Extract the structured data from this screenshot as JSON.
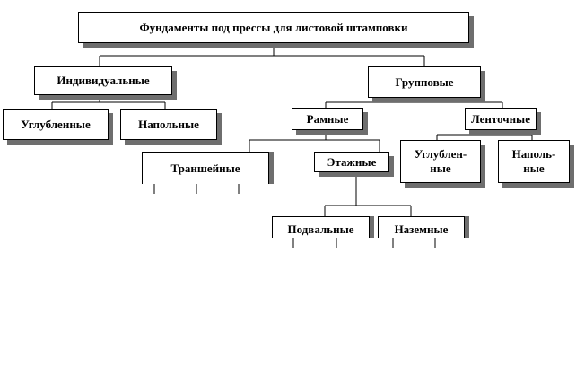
{
  "diagram": {
    "nodes": {
      "root": "Фундаменты под прессы для листовой штамповки",
      "individual": "Индивидуальные",
      "group": "Групповые",
      "ind_deep": "Углубленные",
      "ind_floor": "Напольные",
      "frame": "Рамные",
      "strip": "Ленточные",
      "strip_deep": "Углублен-\nные",
      "strip_floor": "Наполь-\nные",
      "trench": "Траншейные",
      "tiered": "Этажные",
      "basement": "Подвальные",
      "ground": "Наземные"
    },
    "colors": {
      "border": "#000000",
      "shadow": "#6e6e6e",
      "background": "#ffffff",
      "text": "#000000"
    }
  }
}
